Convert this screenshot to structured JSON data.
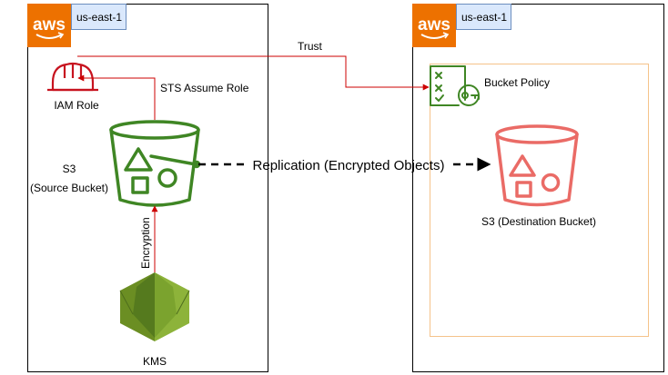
{
  "regions": [
    {
      "logo": "aws",
      "name": "us-east-1"
    },
    {
      "logo": "aws",
      "name": "us-east-1"
    }
  ],
  "source": {
    "iam_role": "IAM Role",
    "sts_label": "STS Assume Role",
    "s3_line1": "S3",
    "s3_line2": "(Source Bucket)",
    "encryption_label": "Encryption",
    "kms": "KMS"
  },
  "destination": {
    "trust_label": "Trust",
    "bucket_policy": "Bucket Policy",
    "s3_label": "S3 (Destination Bucket)"
  },
  "replication_label": "Replication (Encrypted Objects)",
  "colors": {
    "aws_orange": "#ED7100",
    "region_tag": "#DAE8FC",
    "region_tag_border": "#6C8EBF",
    "iam_red": "#C7131F",
    "s3_green": "#3F8624",
    "s3_dest_red": "#EA6B66",
    "kms_green": "#6B8E23",
    "arrow_red": "#CC0000",
    "dest_frame": "#F5C38A"
  },
  "icons": {
    "iam": "helmet-icon",
    "s3": "bucket-icon",
    "kms": "shield-icon",
    "policy": "checklist-key-icon"
  }
}
